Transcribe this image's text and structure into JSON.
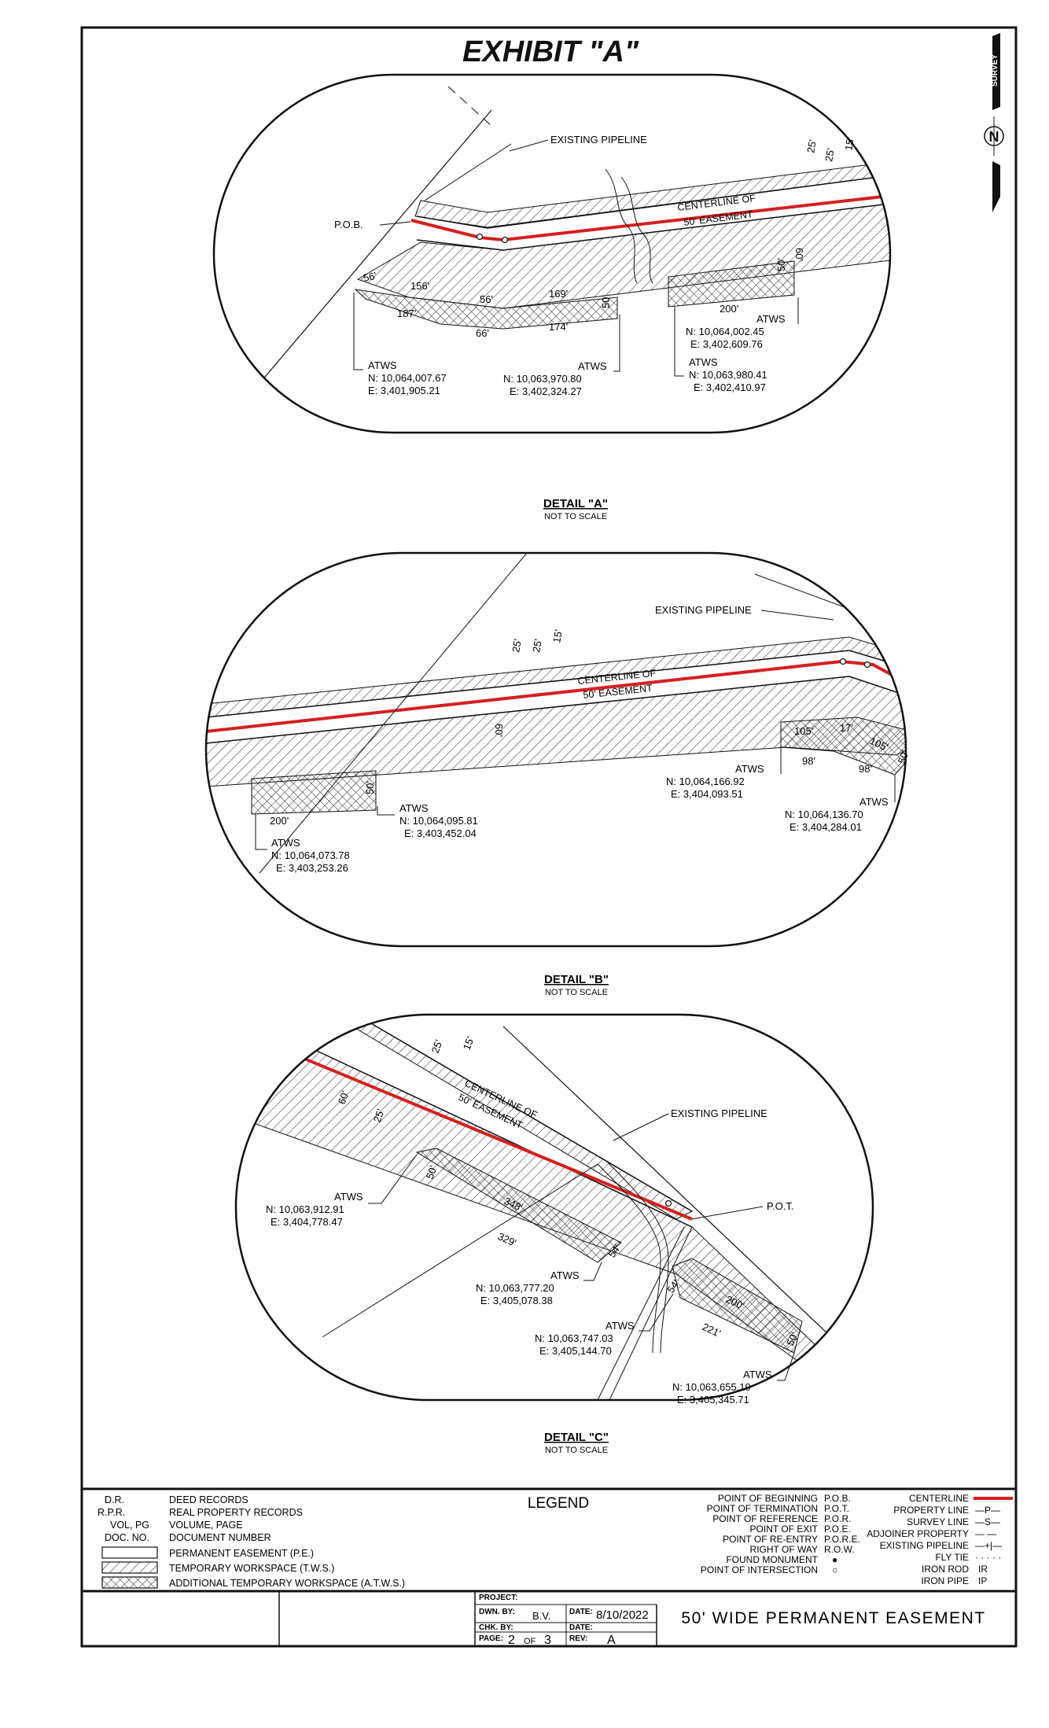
{
  "title": "EXHIBIT \"A\"",
  "north_arrow": {
    "letter": "N",
    "label": "SURVEY"
  },
  "details": {
    "a": {
      "title": "DETAIL \"A\"",
      "scale": "NOT TO SCALE",
      "existing_pipeline": "EXISTING PIPELINE",
      "pob": "P.O.B.",
      "centerline_1": "CENTERLINE OF",
      "centerline_2": "50' EASEMENT",
      "dims": {
        "d25a": "25'",
        "d25b": "25'",
        "d15": "15'",
        "d60": "60'",
        "d50a": "50'",
        "d50b": "50'",
        "d56a": "56'",
        "d156": "156'",
        "d187": "187'",
        "d56b": "56'",
        "d66": "66'",
        "d169": "169'",
        "d174": "174'",
        "d200": "200'"
      },
      "atws": [
        {
          "label": "ATWS",
          "n": "N: 10,064,007.67",
          "e": "E: 3,401,905.21"
        },
        {
          "label": "ATWS",
          "n": "N: 10,063,970.80",
          "e": "E: 3,402,324.27"
        },
        {
          "label": "ATWS",
          "n": "N: 10,064,002.45",
          "e": "E: 3,402,609.76"
        },
        {
          "label": "ATWS",
          "n": "N: 10,063,980.41",
          "e": "E: 3,402,410.97"
        }
      ]
    },
    "b": {
      "title": "DETAIL \"B\"",
      "scale": "NOT TO SCALE",
      "existing_pipeline": "EXISTING PIPELINE",
      "centerline_1": "CENTERLINE OF",
      "centerline_2": "50' EASEMENT",
      "dims": {
        "d25a": "25'",
        "d25b": "25'",
        "d15": "15'",
        "d60": "60'",
        "d50a": "50'",
        "d200": "200'",
        "d105a": "105'",
        "d17": "17'",
        "d105b": "105'",
        "d98a": "98'",
        "d98b": "98'",
        "d50b": "50'"
      },
      "atws": [
        {
          "label": "ATWS",
          "n": "N: 10,064,095.81",
          "e": "E: 3,403,452.04"
        },
        {
          "label": "ATWS",
          "n": "N: 10,064,073.78",
          "e": "E: 3,403,253.26"
        },
        {
          "label": "ATWS",
          "n": "N: 10,064,166.92",
          "e": "E: 3,404,093.51"
        },
        {
          "label": "ATWS",
          "n": "N: 10,064,136.70",
          "e": "E: 3,404,284.01"
        }
      ]
    },
    "c": {
      "title": "DETAIL \"C\"",
      "scale": "NOT TO SCALE",
      "existing_pipeline": "EXISTING PIPELINE",
      "pot": "P.O.T.",
      "centerline_1": "CENTERLINE OF",
      "centerline_2": "50' EASEMENT",
      "dims": {
        "d25a": "25'",
        "d15": "15'",
        "d60": "60'",
        "d25b": "25'",
        "d50a": "50'",
        "d348": "348'",
        "d329": "329'",
        "d54a": "54'",
        "d54b": "54'",
        "d200": "200'",
        "d221": "221'",
        "d50b": "50'"
      },
      "atws": [
        {
          "label": "ATWS",
          "n": "N: 10,063,912.91",
          "e": "E: 3,404,778.47"
        },
        {
          "label": "ATWS",
          "n": "N: 10,063,777.20",
          "e": "E: 3,405,078.38"
        },
        {
          "label": "ATWS",
          "n": "N: 10,063,747.03",
          "e": "E: 3,405,144.70"
        },
        {
          "label": "ATWS",
          "n": "N: 10,063,655.19",
          "e": "E: 3,405,345.71"
        }
      ]
    }
  },
  "legend": {
    "title": "LEGEND",
    "abbrev": [
      {
        "code": "D.R.",
        "desc": "DEED RECORDS"
      },
      {
        "code": "R.P.R.",
        "desc": "REAL PROPERTY RECORDS"
      },
      {
        "code": "VOL, PG",
        "desc": "VOLUME, PAGE"
      },
      {
        "code": "DOC. NO.",
        "desc": "DOCUMENT NUMBER"
      }
    ],
    "swatches": [
      {
        "label": "PERMANENT EASEMENT (P.E.)"
      },
      {
        "label": "TEMPORARY WORKSPACE (T.W.S.)"
      },
      {
        "label": "ADDITIONAL TEMPORARY WORKSPACE (A.T.W.S.)"
      }
    ],
    "points": [
      {
        "name": "POINT OF BEGINNING",
        "abbr": "P.O.B."
      },
      {
        "name": "POINT OF TERMINATION",
        "abbr": "P.O.T."
      },
      {
        "name": "POINT OF REFERENCE",
        "abbr": "P.O.R."
      },
      {
        "name": "POINT OF EXIT",
        "abbr": "P.O.E."
      },
      {
        "name": "POINT OF RE-ENTRY",
        "abbr": "P.O.R.E."
      },
      {
        "name": "RIGHT OF WAY",
        "abbr": "R.O.W."
      },
      {
        "name": "FOUND MONUMENT",
        "abbr": "●"
      },
      {
        "name": "POINT OF INTERSECTION",
        "abbr": "○"
      }
    ],
    "lines": [
      {
        "name": "CENTERLINE",
        "sym": ""
      },
      {
        "name": "PROPERTY LINE",
        "sym": "—P—"
      },
      {
        "name": "SURVEY LINE",
        "sym": "—S—"
      },
      {
        "name": "ADJOINER PROPERTY",
        "sym": "— —"
      },
      {
        "name": "EXISTING PIPELINE",
        "sym": "—+|—"
      },
      {
        "name": "FLY TIE",
        "sym": "· · · · ·"
      },
      {
        "name": "IRON ROD",
        "sym": "IR"
      },
      {
        "name": "IRON PIPE",
        "sym": "IP"
      }
    ]
  },
  "title_block": {
    "project_label": "PROJECT:",
    "dwn_by_label": "DWN. BY:",
    "dwn_by": "B.V.",
    "date_label": "DATE:",
    "date": "8/10/2022",
    "chk_by_label": "CHK. BY:",
    "date2_label": "DATE:",
    "page_label": "PAGE:",
    "page_num": "2",
    "page_of": "OF",
    "page_total": "3",
    "rev_label": "REV:",
    "rev": "A",
    "drawing_title": "50' WIDE PERMANENT EASEMENT"
  },
  "colors": {
    "centerline": "#d42020",
    "ink": "#111111"
  }
}
